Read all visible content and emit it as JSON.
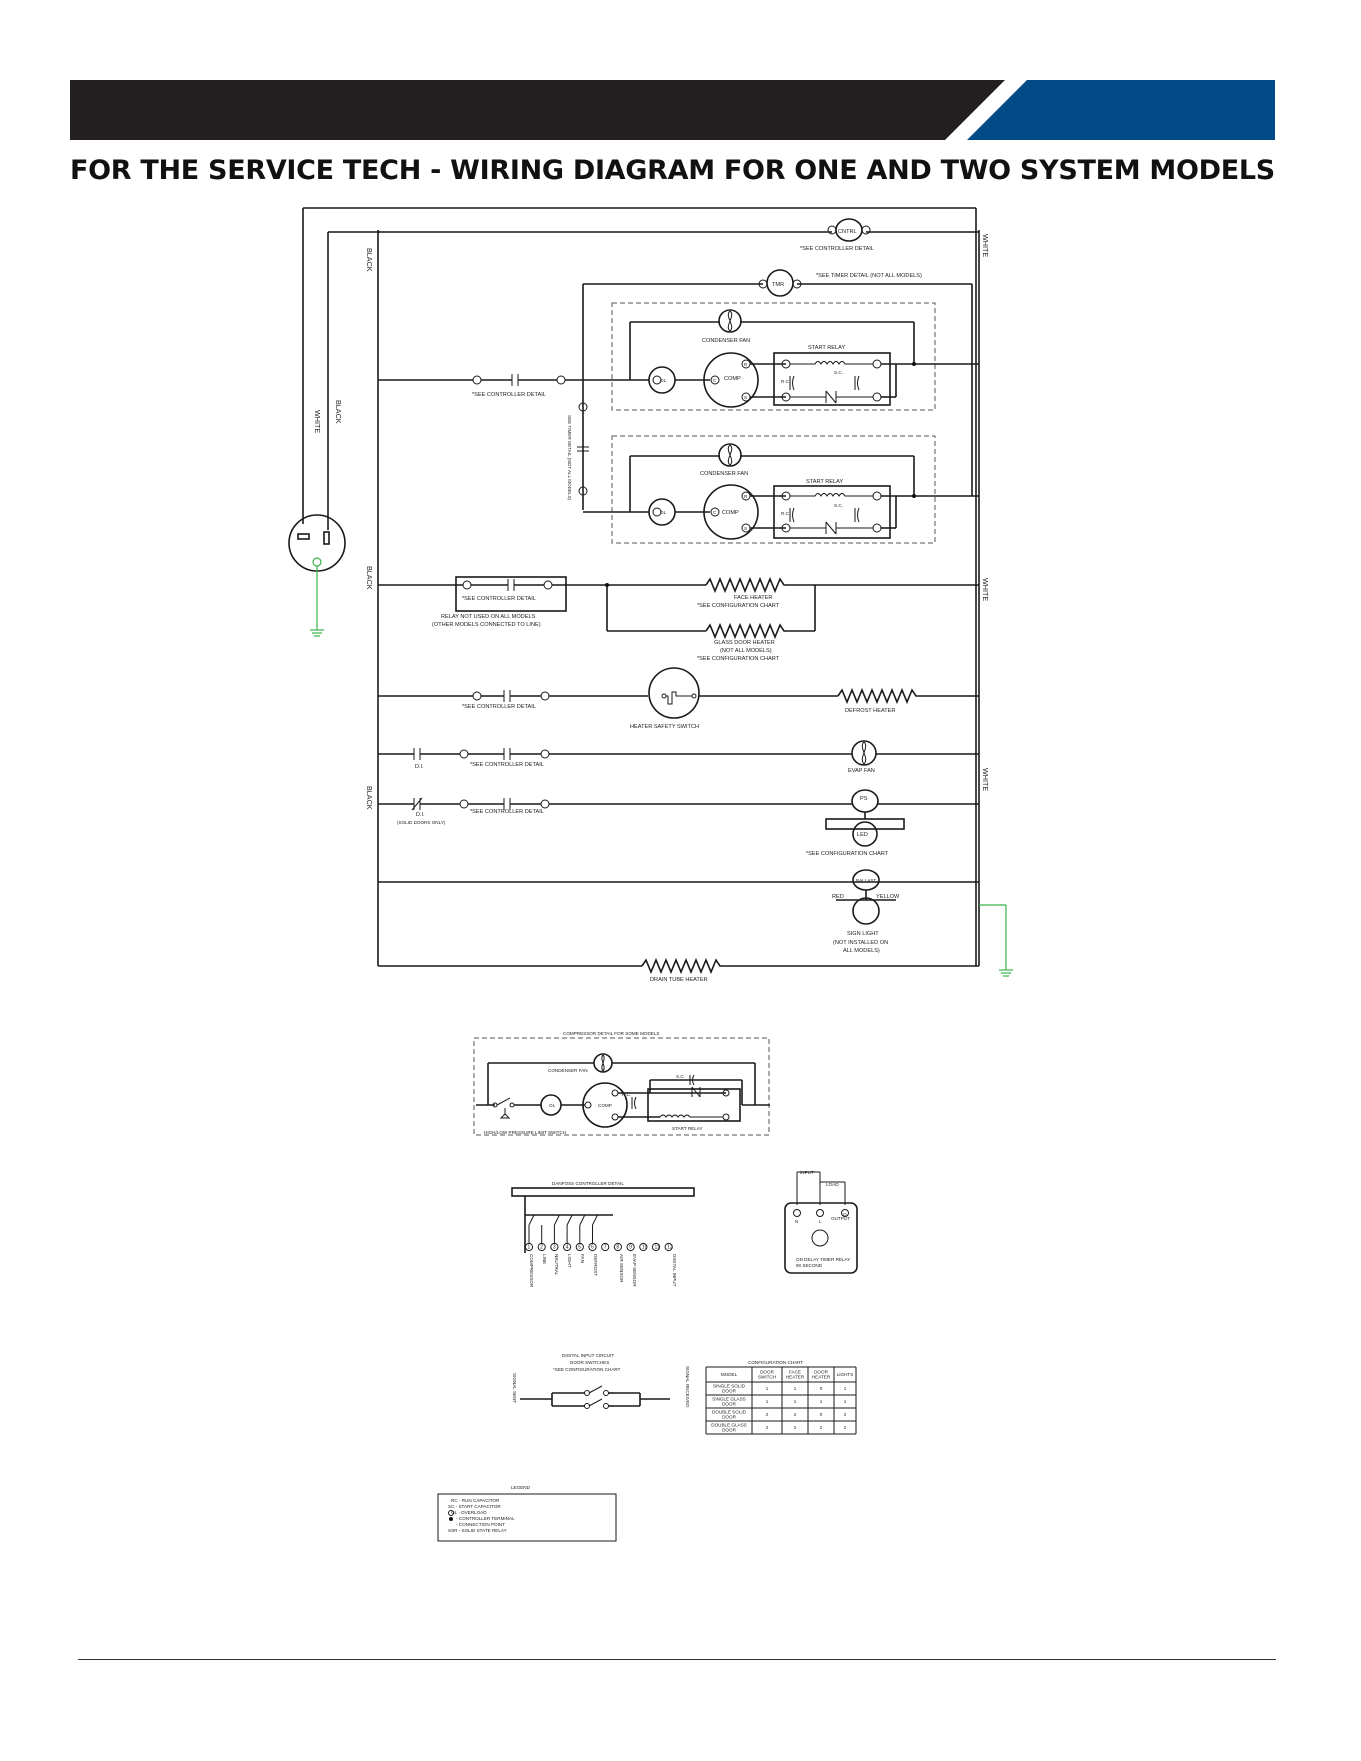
{
  "page": {
    "title": "FOR THE SERVICE TECH - WIRING DIAGRAM FOR ONE AND TWO SYSTEM MODELS",
    "colors": {
      "header_black": "#231f20",
      "header_blue": "#004b87",
      "ground_green": "#39b54a"
    }
  },
  "wiring": {
    "black": "BLACK",
    "white": "WHITE",
    "cntrl": "CNTRL",
    "tmr": "TMR",
    "see_controller_detail": "*SEE CONTROLLER DETAIL",
    "see_timer_detail": "*SEE TIMER DETAIL (NOT ALL MODELS)",
    "see_timer_detail_vertical": "SEE TIMER DETAIL (NOT ALL MODELS)",
    "condenser_fan": "CONDENSER FAN",
    "start_relay": "START RELAY",
    "sc": "S.C.",
    "rc": "R.C.",
    "ol": "OL",
    "comp": "COMP",
    "c": "C",
    "s": "S",
    "r": "R",
    "relay_note_1": "RELAY NOT USED ON ALL MODELS",
    "relay_note_2": "(OTHER MODELS CONNECTED TO LINE)",
    "face_heater": "FACE HEATER",
    "see_configuration_chart": "*SEE CONFIGURATION CHART",
    "glass_door_heater": "GLASS DOOR HEATER",
    "not_all_models": "(NOT ALL MODELS)",
    "heater_safety_switch": "HEATER SAFETY SWITCH",
    "defrost_heater": "DEFROST HEATER",
    "di": "D.I.",
    "solid_doors_only": "(SOLID DOORS ONLY)",
    "evap_fan": "EVAP FAN",
    "ps": "PS",
    "led": "LED",
    "ballast": "BALLAST",
    "red": "RED",
    "yellow": "YELLOW",
    "sign_light": "SIGN LIGHT",
    "not_installed_on": "(NOT INSTALLED ON",
    "all_models": "ALL MODELS)",
    "drain_tube_heater": "DRAIN TUBE HEATER"
  },
  "compressor_detail": {
    "title": "COMPRESSOR DETAIL FOR SOME MODELS",
    "condenser_fan": "CONDENSER FAN",
    "sc": "S.C.",
    "rc": "R.C.",
    "ol": "OL",
    "comp": "COMP",
    "start_relay": "START RELAY",
    "hlp_switch": "HIGH/LOW PRESSURE LIMIT SWITCH"
  },
  "controller_detail": {
    "title": "DANFOSS CONTROLLER DETAIL",
    "terminals": [
      "1",
      "2",
      "3",
      "4",
      "5",
      "6",
      "7",
      "8",
      "9",
      "10",
      "11",
      "12"
    ],
    "labels": [
      "COMPRESSOR",
      "LINE",
      "NEUTRAL",
      "LIGHT",
      "FAN",
      "DEFROST",
      "AIR SENSOR",
      "EVAP SENSOR",
      "DIGITAL INPUT"
    ]
  },
  "timer_detail": {
    "input": "INPUT",
    "load": "LOAD",
    "output": "OUTPUT",
    "terminals": [
      "N",
      "L",
      "O"
    ],
    "desc_1": "ON DELAY TIMER RELAY",
    "desc_2": "90 SECOND"
  },
  "digital_input": {
    "title_1": "DIGITAL INPUT CIRCUIT",
    "title_2": "DOOR SWITCHES",
    "title_3": "*SEE CONFIGURATION CHART",
    "signal_sent": "SIGNAL SENT",
    "signal_received": "SIGNAL RECEIVED"
  },
  "config_chart": {
    "title": "CONFIGURATION CHART",
    "headers": [
      "MODEL",
      "DOOR SWITCH",
      "FACE HEATER",
      "DOOR HEATER",
      "LIGHTS"
    ],
    "rows": [
      [
        "SINGLE SOLID DOOR",
        "1",
        "1",
        "0",
        "1"
      ],
      [
        "SINGLE GLASS DOOR",
        "1",
        "1",
        "1",
        "1"
      ],
      [
        "DOUBLE SOLID DOOR",
        "2",
        "2",
        "0",
        "2"
      ],
      [
        "DOUBLE GLASS DOOR",
        "2",
        "2",
        "2",
        "2"
      ]
    ]
  },
  "legend": {
    "title": "LEGEND",
    "items": [
      "RC - RUN CAPACITOR",
      "SC - START CAPACITOR",
      "OL - OVERLOAD",
      "- CONTROLLER TERMINAL",
      "- CONNECTION POINT",
      "SSR - SOLID STATE RELAY"
    ]
  }
}
